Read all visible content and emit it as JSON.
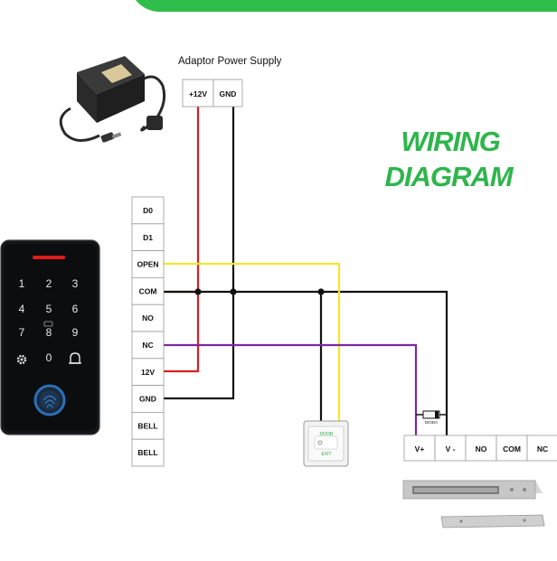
{
  "colors": {
    "top_band": "#2ebd4a",
    "title": "#2fb54c",
    "wire_red": "#d71f1f",
    "wire_black": "#111111",
    "wire_yellow": "#f3e62b",
    "wire_purple": "#7b28a3"
  },
  "diagram": {
    "title_line1": "WIRING",
    "title_line2": "DIAGRAM",
    "adaptor_label": "Adaptor Power Supply",
    "psu_terminals": [
      "+12V",
      "GND"
    ],
    "controller_terminals": [
      "D0",
      "D1",
      "OPEN",
      "COM",
      "NO",
      "NC",
      "12V",
      "GND",
      "BELL",
      "BELL"
    ],
    "lock_terminals": [
      "V+",
      "V -",
      "NO",
      "COM",
      "NC"
    ],
    "diode_label": "DIODA",
    "exit_button_top": "DOOR",
    "exit_button_bottom": "EXIT",
    "keypad_keys": [
      "1",
      "2",
      "3",
      "4",
      "5",
      "6",
      "7",
      "8",
      "9",
      "0"
    ]
  }
}
